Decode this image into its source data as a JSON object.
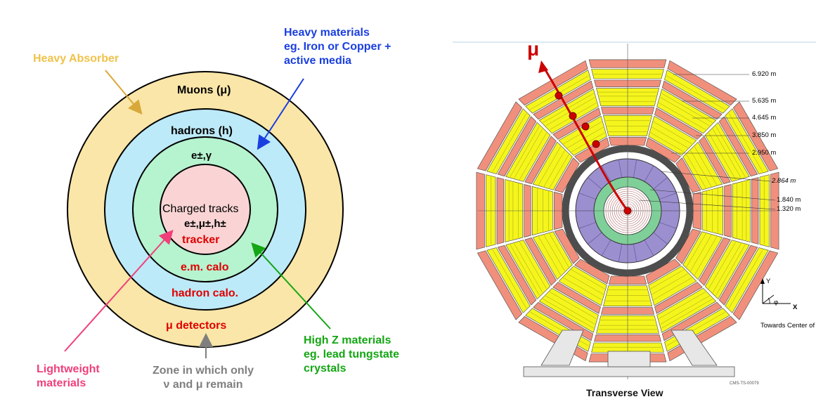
{
  "left_panel": {
    "rings": {
      "muons": "Muons (μ)",
      "hadrons": "hadrons (h)",
      "em": "e±,γ",
      "tracks_title": "Charged tracks",
      "tracks_particles": "e±,μ±,h±",
      "tracker": "tracker",
      "em_calo": "e.m. calo",
      "hadron_calo": "hadron calo.",
      "mu_detectors": "μ detectors"
    },
    "callouts": {
      "heavy_absorber": "Heavy Absorber",
      "heavy_materials": "Heavy materials\neg. Iron or Copper +\nactive media",
      "high_z": "High Z materials\neg. lead tungstate\ncrystals",
      "lightweight": "Lightweight\nmaterials",
      "zone": "Zone in which only\nν and μ remain"
    },
    "colors": {
      "absorber": "#fae6a8",
      "hadron": "#bdeaf8",
      "em": "#b6f3cf",
      "tracker": "#fad4d4",
      "text_red": "#e00000",
      "orange": "#f0c24a",
      "blue": "#1a3fe0",
      "green": "#14a614",
      "pink": "#f0407a",
      "gray": "#7f7f7f"
    }
  },
  "right_panel": {
    "muon_symbol": "μ",
    "radii": [
      "6.920 m",
      "5.635 m",
      "4.645 m",
      "3.850 m",
      "2.950 m",
      "2.864 m",
      "1.840 m",
      "1.320 m"
    ],
    "axis_y": "Y",
    "axis_x": "X",
    "axis_phi": "φ",
    "towards": "Towards\nCenter of LHC",
    "caption": "Transverse View",
    "code": "CMS-TS-00079",
    "colors": {
      "yoke": "#f5f51e",
      "chamber": "#f0907c",
      "coil": "#4d4d4d",
      "hcal": "#9c8fd0",
      "ecal": "#7fcf98",
      "track": "#cc0000"
    }
  }
}
